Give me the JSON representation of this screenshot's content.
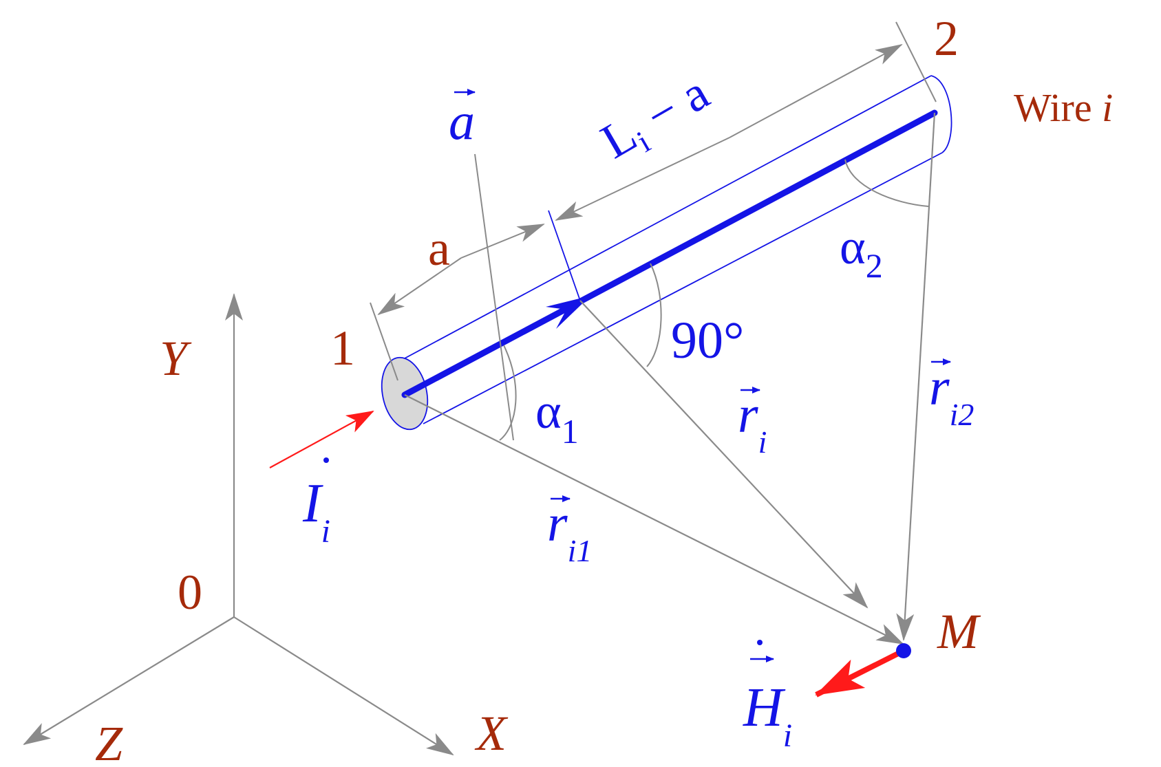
{
  "colors": {
    "blue": "#1414e6",
    "brown": "#a52a0a",
    "gray": "#8a8a8a",
    "red": "#ff1a1a",
    "end_fill": "#d8d8d8"
  },
  "labels": {
    "wire": "Wire i",
    "wire_prefix": "Wire ",
    "wire_index": "i",
    "point_1": "1",
    "point_2": "2",
    "origin": "0",
    "axis_x": "X",
    "axis_y": "Y",
    "axis_z": "Z",
    "point_m": "M",
    "length_a": "a",
    "length_rest": "L",
    "length_rest_sub": "i",
    "length_rest_suffix": " − a",
    "vec_a": "a",
    "angle_90": "90°",
    "alpha": "α",
    "alpha1_sub": "1",
    "alpha2_sub": "2",
    "r": "r",
    "r_i_sub": "i",
    "r_i1_sub": "i1",
    "r_i2_sub": "i2",
    "current": "I",
    "current_sub": "i",
    "field": "H",
    "field_sub": "i"
  }
}
